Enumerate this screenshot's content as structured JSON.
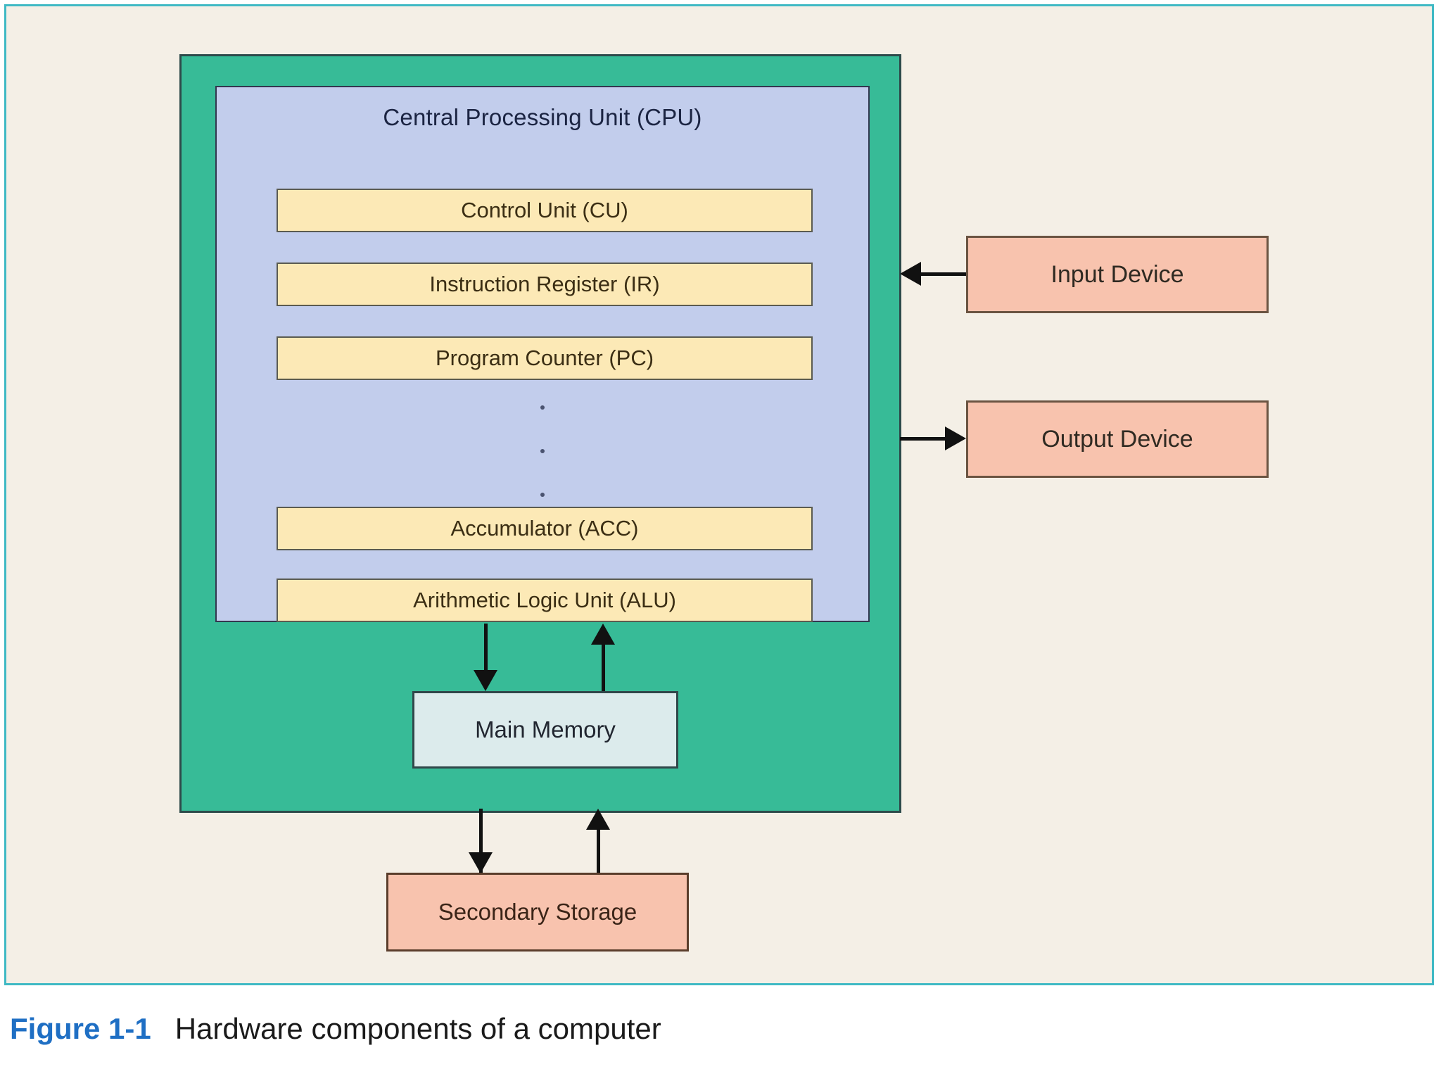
{
  "figure": {
    "caption_label": "Figure 1-1",
    "caption_text": "Hardware components of a computer",
    "colors": {
      "page_background": "#f4efe6",
      "figure_border": "#3fb9c4",
      "enclosure_green": "#37bb97",
      "cpu_blue": "#c2cdec",
      "register_yellow": "#fce9b6",
      "memory_lightblue": "#dcebec",
      "device_salmon": "#f8c3ae",
      "arrow_black": "#111111",
      "caption_label_blue": "#1f6fc4"
    }
  },
  "cpu": {
    "title": "Central Processing Unit (CPU)",
    "registers": [
      {
        "label": "Control Unit (CU)"
      },
      {
        "label": "Instruction Register (IR)"
      },
      {
        "label": "Program Counter (PC)"
      },
      {
        "label": "Accumulator (ACC)"
      },
      {
        "label": "Arithmetic Logic Unit (ALU)"
      }
    ],
    "ellipsis": "· · ·"
  },
  "memory": {
    "main_memory_label": "Main Memory",
    "secondary_storage_label": "Secondary Storage"
  },
  "devices": {
    "input_label": "Input Device",
    "output_label": "Output Device"
  },
  "arrows": [
    {
      "name": "input-to-cpu",
      "direction": "left"
    },
    {
      "name": "cpu-to-output",
      "direction": "right"
    },
    {
      "name": "cpu-to-main-memory",
      "direction": "down"
    },
    {
      "name": "main-memory-to-cpu",
      "direction": "up"
    },
    {
      "name": "memory-to-secondary",
      "direction": "down"
    },
    {
      "name": "secondary-to-memory",
      "direction": "up"
    }
  ]
}
